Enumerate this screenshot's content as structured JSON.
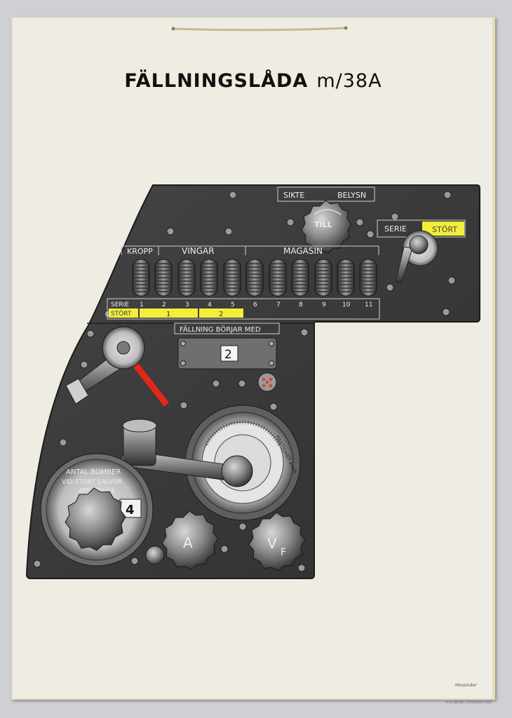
{
  "poster": {
    "title": "FÄLLNINGSLÅDA",
    "model": "m/38A"
  },
  "panel": {
    "sikte": "SIKTE",
    "belysn": "BELYSN",
    "till": "TILL",
    "serie": "SERIE",
    "stort": "STÖRT",
    "kropp": "KROPP",
    "vingar": "VINGAR",
    "magasin": "MAGASIN",
    "serie_row_label": "SERIE",
    "stort_row_label": "STÖRT",
    "slot_numbers": [
      "1",
      "2",
      "3",
      "4",
      "5",
      "6",
      "7",
      "8",
      "9",
      "10",
      "11"
    ],
    "stort_groups": [
      "1",
      "2"
    ],
    "fallning_label": "FÄLLNING BÖRJAR MED",
    "fallning_value": "2",
    "antal_line1": "ANTAL BOMBER",
    "antal_line2": "VID STORT SALVOR",
    "antal_line3": "ATT FÄLLAS",
    "antal_value": "4",
    "hastighet": "HASTIGHET km/h",
    "knob_a": "A",
    "knob_v": "V",
    "knob_v_sub": "F"
  },
  "colors": {
    "panel": "#3b3b3b",
    "highlight_yellow": "#f2ee3a",
    "lever_red": "#e3261c",
    "poster_bg": "#efece3"
  },
  "footer": {
    "signature": "Mossinder",
    "printer": "A.-B. KÖPING, STOCKHOLM 1940"
  }
}
